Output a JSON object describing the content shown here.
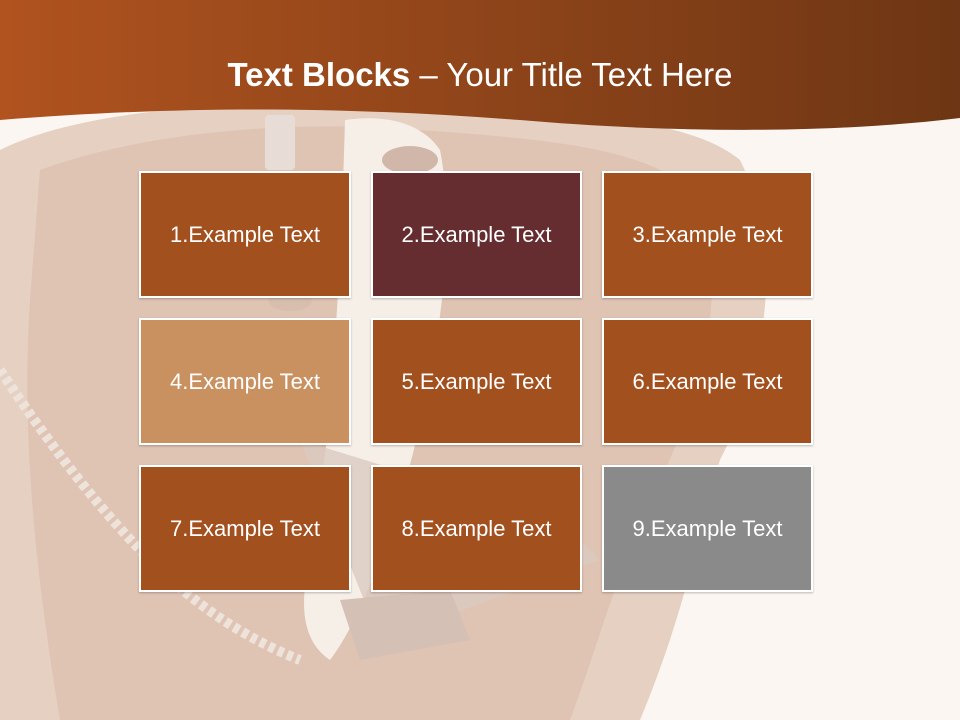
{
  "title": {
    "bold": "Text Blocks",
    "separator": " – ",
    "rest": "Your Title Text Here"
  },
  "colors": {
    "header_left": "#b0531f",
    "header_right": "#6e3614",
    "block_default": "#a3501f",
    "block_dark": "#652d2f",
    "block_light": "#c9915f",
    "block_gray": "#8a8a8a",
    "text": "#ffffff"
  },
  "blocks": [
    {
      "label": "1.Example Text",
      "color": "#a3501f"
    },
    {
      "label": "2.Example Text",
      "color": "#652d2f"
    },
    {
      "label": "3.Example Text",
      "color": "#a3501f"
    },
    {
      "label": "4.Example Text",
      "color": "#c9915f"
    },
    {
      "label": "5.Example Text",
      "color": "#a3501f"
    },
    {
      "label": "6.Example Text",
      "color": "#a3501f"
    },
    {
      "label": "7.Example Text",
      "color": "#a3501f"
    },
    {
      "label": "8.Example Text",
      "color": "#a3501f"
    },
    {
      "label": "9.Example Text",
      "color": "#8a8a8a"
    }
  ]
}
